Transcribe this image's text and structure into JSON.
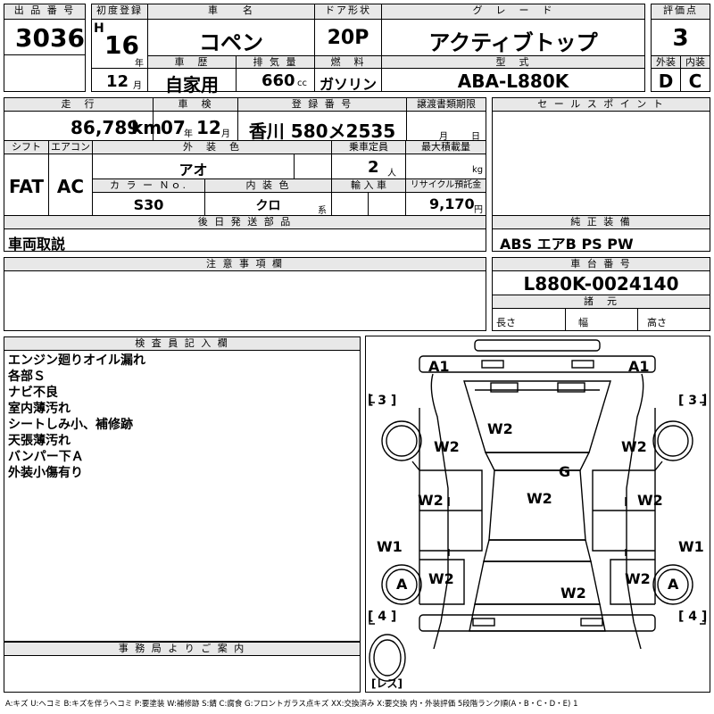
{
  "header": {
    "lot_label": "出 品 番 号",
    "lot": "3036",
    "first_reg_label": "初度登録",
    "era": "H",
    "year": "16",
    "year_unit": "年",
    "month": "12",
    "month_unit": "月",
    "car_name_label": "車　　名",
    "car_name": "コペン",
    "door_label": "ドア形状",
    "door": "20P",
    "grade_label": "グ　レ　ー　ド",
    "grade": "アクティブトップ",
    "score_label": "評価点",
    "score": "3",
    "history_label": "車　歴",
    "history": "自家用",
    "displacement_label": "排 気 量",
    "displacement": "660",
    "displacement_unit": "cc",
    "fuel_label": "燃　料",
    "fuel": "ガソリン",
    "model_label": "型　式",
    "model": "ABA-L880K",
    "ext_label": "外装",
    "ext": "D",
    "int_label": "内装",
    "int": "C"
  },
  "info": {
    "mileage_label": "走　行",
    "mileage": "86,789",
    "mileage_unit": "km",
    "inspection_label": "車　検",
    "insp_year": "07",
    "insp_year_unit": "年",
    "insp_month": "12",
    "insp_month_unit": "月",
    "plate_label": "登 録 番 号",
    "plate": "香川 580メ2535",
    "transfer_label": "譲渡書類期限",
    "transfer_month": "月",
    "transfer_day": "日",
    "shift_label": "シフト",
    "shift": "FAT",
    "ac_label": "エアコン",
    "ac": "AC",
    "color_label": "外　装　色",
    "color": "アオ",
    "capacity_label": "乗車定員",
    "capacity": "2",
    "capacity_unit": "人",
    "load_label": "最大積載量",
    "load_unit": "kg",
    "color_no_label": "カ ラ ー Ｎｏ.",
    "color_no": "S30",
    "interior_label": "内 装 色",
    "interior": "クロ",
    "interior_unit": "系",
    "import_label": "輸 入 車",
    "recycle_label": "リサイクル預託金",
    "recycle": "9,170",
    "recycle_unit": "円",
    "later_label": "後 日 発 送 部 品",
    "later": "車両取説"
  },
  "right": {
    "sales_label": "セ ー ル ス ポ イ ン ト",
    "equip_label": "純 正 装 備",
    "equip": "ABS エアB PS PW",
    "chassis_label": "車 台 番 号",
    "chassis": "L880K-0024140",
    "spec_label": "諸　元",
    "length": "長さ",
    "width": "幅",
    "height": "高さ"
  },
  "notes": {
    "caution_label": "注 意 事 項 欄",
    "inspector_label": "検 査 員 記 入 欄",
    "lines": [
      "エンジン廻りオイル漏れ",
      "各部Ｓ",
      "ナビ不良",
      "室内薄汚れ",
      "シートしみ小、補修跡",
      "天張薄汚れ",
      "バンパー下Ａ",
      "外装小傷有り"
    ],
    "office_label": "事 務 局 よ り ご 案 内"
  },
  "diagram": {
    "marks": {
      "a1l": "A1",
      "a1r": "A1",
      "b3l": "[ 3 ]",
      "b3r": "[ 3 ]",
      "w2hood": "W2",
      "w2fl": "W2",
      "w2fr": "W2",
      "g": "G",
      "w2ml": "W2",
      "w2c": "W2",
      "w2mr": "W2",
      "w1l": "W1",
      "w1r": "W1",
      "al": "A",
      "ar": "A",
      "w2rl": "W2",
      "w2rr": "W2",
      "w2trunk": "W2",
      "b4l": "[ 4 ]",
      "b4r": "[ 4 ]",
      "res": "[レス]"
    }
  },
  "legend": "A:キズ U:ヘコミ B:キズを伴うヘコミ P:要塗装 W:補修跡 S:錆 C:腐食 G:フロントガラス点キズ XX:交換済み X:要交換 内・外装評価 5段階ランク順(A・B・C・D・E) 1"
}
